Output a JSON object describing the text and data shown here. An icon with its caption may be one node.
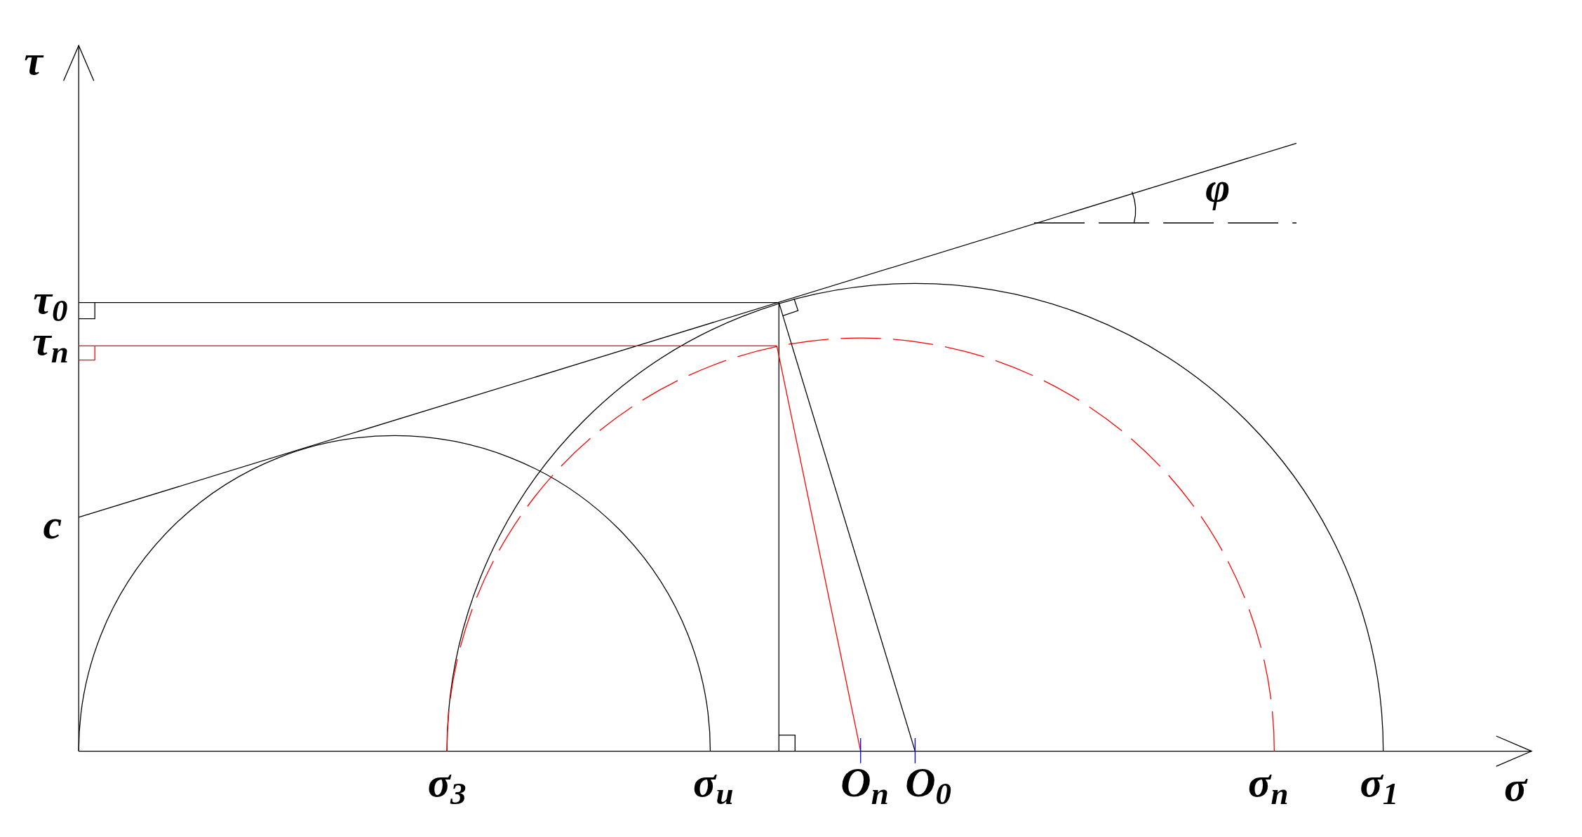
{
  "diagram": {
    "labels": [
      "τ",
      "τ$_{0}$",
      "τ$_{n}$",
      "c",
      "φ",
      "σ$_{3}$",
      "σ$_{u}$",
      "O$_{n}$",
      "O$_{0}$",
      "σ$_{n}$",
      "σ$_{1}$",
      "σ"
    ]
  }
}
